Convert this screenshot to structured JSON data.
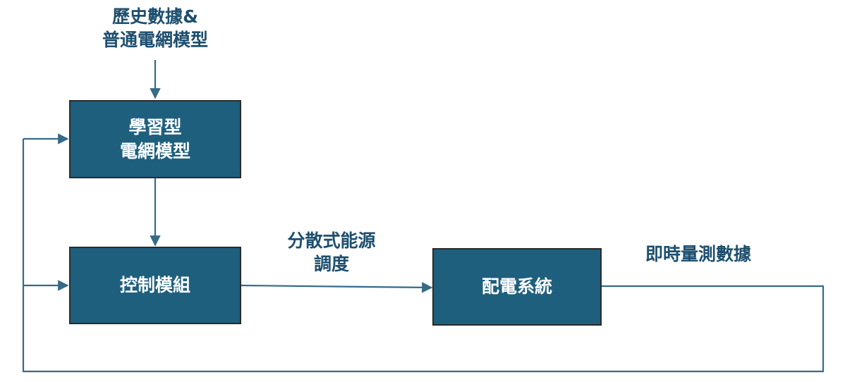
{
  "colors": {
    "box_fill": "#1f5f7e",
    "text_label": "#1d4e6e",
    "line": "#356a89"
  },
  "input_label": {
    "line1": "歷史數據&",
    "line2": "普通電網模型"
  },
  "boxes": {
    "learning_model": {
      "line1": "學習型",
      "line2": "電網模型"
    },
    "control": {
      "label": "控制模組"
    },
    "distribution": {
      "label": "配電系統"
    }
  },
  "edge_labels": {
    "dispatch": {
      "line1": "分散式能源",
      "line2": "調度"
    },
    "measurement": {
      "label": "即時量測數據"
    }
  }
}
